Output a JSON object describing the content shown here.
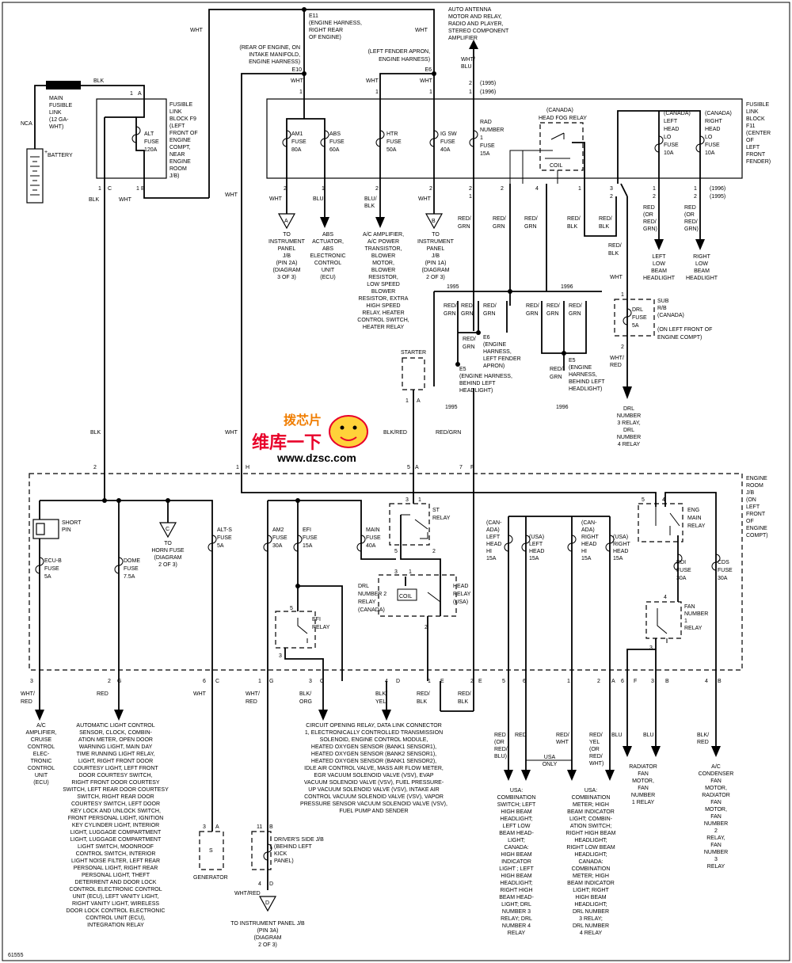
{
  "figure_id": "61555",
  "watermark": {
    "main": "维库一下",
    "url": "www.dzsc.com",
    "logo": "拨芯片"
  },
  "top": {
    "e11": [
      "E11",
      "(ENGINE HARNESS,",
      "RIGHT REAR",
      "OF ENGINE)"
    ],
    "e10": [
      "(REAR OF ENGINE, ON",
      "INTAKE MANIFOLD,",
      "ENGINE HARNESS)",
      "E10"
    ],
    "e6": [
      "(LEFT FENDER APRON,",
      "ENGINE HARNESS)",
      "E6"
    ],
    "antenna": [
      "AUTO ANTENNA",
      "MOTOR AND RELAY,",
      "RADIO AND PLAYER,",
      "STEREO COMPONENT",
      "AMPLIFIER"
    ],
    "wht_blu": [
      "WHT/",
      "BLU"
    ],
    "years_top": [
      "(1995)",
      "(1996)"
    ]
  },
  "battery": {
    "label": "BATTERY",
    "main_link": [
      "MAIN",
      "FUSIBLE",
      "LINK",
      "(12 GA-",
      "WHT)"
    ],
    "nca": "NCA"
  },
  "block_f9": {
    "name": [
      "FUSIBLE",
      "LINK",
      "BLOCK F9",
      "(LEFT",
      "FRONT OF",
      "ENGINE",
      "COMPT,",
      "NEAR",
      "ENGINE",
      "ROOM",
      "J/B)"
    ],
    "alt": [
      "ALT",
      "FUSE",
      "120A"
    ]
  },
  "block_f11": {
    "name": [
      "FUSIBLE",
      "LINK",
      "BLOCK",
      "F11",
      "(CENTER",
      "OF",
      "LEFT",
      "FRONT",
      "FENDER)"
    ],
    "am1": [
      "AM1",
      "FUSE",
      "80A"
    ],
    "abs": [
      "ABS",
      "FUSE",
      "60A"
    ],
    "htr": [
      "HTR",
      "FUSE",
      "50A"
    ],
    "igsw": [
      "IG SW",
      "FUSE",
      "40A"
    ],
    "rad": [
      "RAD",
      "NUMBER",
      "1",
      "FUSE",
      "15A"
    ],
    "fog": [
      "(CANADA)",
      "HEAD FOG RELAY"
    ],
    "coil": "COIL",
    "lhlo": [
      "(CANADA)",
      "LEFT",
      "HEAD",
      "LO",
      "FUSE",
      "10A"
    ],
    "rhlo": [
      "(CANADA)",
      "RIGHT",
      "HEAD",
      "LO",
      "FUSE",
      "10A"
    ],
    "years": [
      "(1996)",
      "(1995)"
    ]
  },
  "wires": {
    "wht": "WHT",
    "blk": "BLK",
    "blu": "BLU",
    "blu_blk": [
      "BLU/",
      "BLK"
    ],
    "red_grn": [
      "RED/",
      "GRN"
    ],
    "red_blk": [
      "RED/",
      "BLK"
    ],
    "red_or_red_grn": [
      "RED",
      "(OR",
      "RED/",
      "GRN)"
    ],
    "wht_red": [
      "WHT/",
      "RED"
    ],
    "blk_red": "BLK/RED",
    "red_grn_inline": "RED/GRN",
    "blk_org": [
      "BLK/",
      "ORG"
    ],
    "blk_yel": [
      "BLK/",
      "YEL"
    ],
    "red": "RED",
    "red_or_red_blu": [
      "RED",
      "(OR",
      "RED/",
      "BLU)"
    ],
    "red_wht": [
      "RED/",
      "WHT"
    ],
    "red_yel": [
      "RED/",
      "YEL",
      "(OR",
      "RED/",
      "WHT)"
    ],
    "blk_red2": [
      "BLK/",
      "RED"
    ],
    "wht_red_inline": "WHT/RED",
    "usa_only": [
      "USA",
      "ONLY"
    ]
  },
  "upper_loads": {
    "ip2a": [
      "TO",
      "INSTRUMENT",
      "PANEL",
      "J/B",
      "(PIN 2A)",
      "(DIAGRAM",
      "3 OF 3)"
    ],
    "abs_ecu": [
      "ABS",
      "ACTUATOR,",
      "ABS",
      "ELECTRONIC",
      "CONTROL",
      "UNIT",
      "(ECU)"
    ],
    "ac_amp": [
      "A/C AMPLIFIER,",
      "A/C POWER",
      "TRANSISTOR,",
      "BLOWER",
      "MOTOR,",
      "BLOWER",
      "RESISTOR,",
      "LOW SPEED",
      "BLOWER",
      "RESISTOR, EXTRA",
      "HIGH SPEED",
      "RELAY, HEATER",
      "CONTROL SWITCH,",
      "HEATER RELAY"
    ],
    "ip1a": [
      "TO",
      "INSTRUMENT",
      "PANEL",
      "J/B",
      "(PIN 1A)",
      "(DIAGRAM",
      "2 OF 3)"
    ],
    "left_low": [
      "LEFT",
      "LOW",
      "BEAM",
      "HEADLIGHT"
    ],
    "right_low": [
      "RIGHT",
      "LOW",
      "BEAM",
      "HEADLIGHT"
    ]
  },
  "splices": {
    "y1995": "1995",
    "y1996": "1996",
    "e6": [
      "E6",
      "(ENGINE",
      "HARNESS,",
      "LEFT FENDER",
      "APRON)"
    ],
    "e5a": [
      "E5",
      "(ENGINE HARNESS,",
      "BEHIND LEFT",
      "HEADLIGHT)"
    ],
    "e5b": [
      "E5",
      "(ENGINE",
      "HARNESS,",
      "BEHIND LEFT",
      "HEADLIGHT)"
    ]
  },
  "starter": "STARTER",
  "sub_rb": {
    "fuse": [
      "DRL",
      "FUSE",
      "5A"
    ],
    "name": [
      "SUB",
      "R/B",
      "(CANADA)",
      "(ON LEFT FRONT OF",
      "ENGINE COMPT)"
    ],
    "drl4": [
      "DRL",
      "NUMBER",
      "3 RELAY,",
      "DRL",
      "NUMBER",
      "4 RELAY"
    ]
  },
  "jb": {
    "name": [
      "ENGINE",
      "ROOM",
      "J/B",
      "(ON",
      "LEFT",
      "FRONT",
      "OF",
      "ENGINE",
      "COMPT)"
    ],
    "short_pin": [
      "SHORT",
      "PIN"
    ],
    "ecub": [
      "ECU-B",
      "FUSE",
      "5A"
    ],
    "dome": [
      "DOME",
      "FUSE",
      "7.5A"
    ],
    "horn": [
      "TO",
      "HORN FUSE",
      "(DIAGRAM",
      "2 OF 3)"
    ],
    "alts": [
      "ALT-S",
      "FUSE",
      "5A"
    ],
    "am2": [
      "AM2",
      "FUSE",
      "30A"
    ],
    "efi": [
      "EFI",
      "FUSE",
      "15A"
    ],
    "main": [
      "MAIN",
      "FUSE",
      "40A"
    ],
    "st_relay": [
      "ST",
      "RELAY"
    ],
    "efi_relay": [
      "EFI",
      "RELAY"
    ],
    "drl2": [
      "DRL",
      "NUMBER 2",
      "RELAY",
      "(CANADA)"
    ],
    "head_relay": [
      "HEAD",
      "RELAY",
      "(USA)"
    ],
    "lhhi": [
      "(CAN-",
      "ADA)",
      "LEFT",
      "HEAD",
      "HI",
      "15A"
    ],
    "lhusa": [
      "(USA)",
      "LEFT",
      "HEAD",
      "15A"
    ],
    "rhhi": [
      "(CAN-",
      "ADA)",
      "RIGHT",
      "HEAD",
      "HI",
      "15A"
    ],
    "rhusa": [
      "(USA)",
      "RIGHT",
      "HEAD",
      "15A"
    ],
    "eng_main": [
      "ENG",
      "MAIN",
      "RELAY"
    ],
    "rdi": [
      "RDI",
      "FUSE",
      "30A"
    ],
    "cds": [
      "CDS",
      "FUSE",
      "30A"
    ],
    "fan1": [
      "FAN",
      "NUMBER",
      "1",
      "RELAY"
    ]
  },
  "bottom_loads": {
    "ac_cruise": [
      "A/C",
      "AMPLIFIER,",
      "CRUISE",
      "CONTROL",
      "ELEC-",
      "TRONIC",
      "CONTROL",
      "UNIT",
      "(ECU)"
    ],
    "auto_light": [
      "AUTOMATIC LIGHT CONTROL",
      "SENSOR, CLOCK, COMBIN-",
      "ATION METER, OPEN DOOR",
      "WARNING LIGHT, MAIN DAY",
      "TIME RUNNING LIGHT RELAY,",
      "LIGHT, RIGHT FRONT DOOR",
      "COURTESY LIGHT, LEFT FRONT",
      "DOOR COURTESY SWITCH,",
      "RIGHT FRONT DOOR COURTESY",
      "SWITCH, LEFT REAR DOOR COURTESY",
      "SWITCH, RIGHT REAR DOOR",
      "COURTESY SWITCH, LEFT DOOR",
      "KEY LOCK AND UNLOCK SWITCH,",
      "FRONT PERSONAL LIGHT, IGNITION",
      "KEY CYLINDER LIGHT, INTERIOR",
      "LIGHT, LUGGAGE COMPARTMENT",
      "LIGHT, LUGGAGE COMPARTMENT",
      "LIGHT SWITCH, MOONROOF",
      "CONTROL SWITCH, INTERIOR",
      "LIGHT NOISE FILTER, LEFT REAR",
      "PERSONAL LIGHT, RIGHT REAR",
      "PERSONAL LIGHT, THEFT",
      "DETERRENT AND DOOR LOCK",
      "CONTROL ELECTRONIC CONTROL",
      "UNIT (ECU), LEFT VANITY LIGHT,",
      "RIGHT VANITY LIGHT, WIRELESS",
      "DOOR LOCK CONTROL ELECTRONIC",
      "CONTROL UNIT (ECU),",
      "INTEGRATION RELAY"
    ],
    "generator": "GENERATOR",
    "drivers_jb": [
      "DRIVER'S SIDE J/B",
      "(BEHIND LEFT",
      "KICK",
      "PANEL)"
    ],
    "ip3a": [
      "TO INSTRUMENT PANEL J/B",
      "(PIN 3A)",
      "(DIAGRAM",
      "2 OF 3)"
    ],
    "circuit": [
      "CIRCUIT OPENING RELAY, DATA LINK CONNECTOR",
      "1, ELECTRONICALLY CONTROLLED TRANSMISSION",
      "SOLENOID, ENGINE CONTROL MODULE,",
      "HEATED OXYGEN SENSOR (BANK1 SENSOR1),",
      "HEATED OXYGEN SENSOR (BANK2 SENSOR1),",
      "HEATED OXYGEN SENSOR (BANK1 SENSOR2),",
      "IDLE AIR CONTROL VALVE, MASS AIR FLOW METER,",
      "EGR VACUUM SOLENOID VALVE (VSV), EVAP",
      "VACUUM SOLENOID VALVE (VSV), FUEL PRESSURE-",
      "UP VACUUM SOLENOID VALVE (VSV), INTAKE AIR",
      "CONTROL VACUUM SOLENOID VALVE (VSV), VAPOR",
      "PRESSURE SENSOR VACUUM SOLENOID VALVE (VSV),",
      "FUEL PUMP AND SENDER"
    ],
    "usa_left": [
      "USA:",
      "COMBINATION",
      "SWITCH; LEFT",
      "HIGH BEAM",
      "HEADLIGHT;",
      "LEFT LOW",
      "BEAM HEAD-",
      "LIGHT;",
      "CANADA:",
      "HIGH BEAM",
      "INDICATOR",
      "LIGHT ; LEFT",
      "HIGH BEAM",
      "HEADLIGHT;",
      "RIGHT HIGH",
      "BEAM HEAD-",
      "LIGHT; DRL",
      "NUMBER 3",
      "RELAY; DRL",
      "NUMBER 4",
      "RELAY"
    ],
    "usa_right": [
      "USA:",
      "COMBINATION",
      "METER; HIGH",
      "BEAM INDICATOR",
      "LIGHT; COMBIN-",
      "ATION SWITCH;",
      "RIGHT HIGH BEAM",
      "HEADLIGHT;",
      "RIGHT LOW BEAM",
      "HEADLIGHT;",
      "CANADA:",
      "COMBINATION",
      "METER; HIGH",
      "BEAM INDICATOR",
      "LIGHT; RIGHT",
      "HIGH BEAM",
      "HEADLIGHT;",
      "DRL NUMBER",
      "3 RELAY;",
      "DRL NUMBER",
      "4 RELAY"
    ],
    "radiator": [
      "RADIATOR",
      "FAN",
      "MOTOR,",
      "FAN",
      "NUMBER",
      "1 RELAY"
    ],
    "condenser": [
      "A/C",
      "CONDENSER",
      "FAN",
      "MOTOR,",
      "RADIATOR",
      "FAN",
      "MOTOR,",
      "FAN",
      "NUMBER",
      "2",
      "RELAY,",
      "FAN",
      "NUMBER",
      "3",
      "RELAY"
    ]
  }
}
